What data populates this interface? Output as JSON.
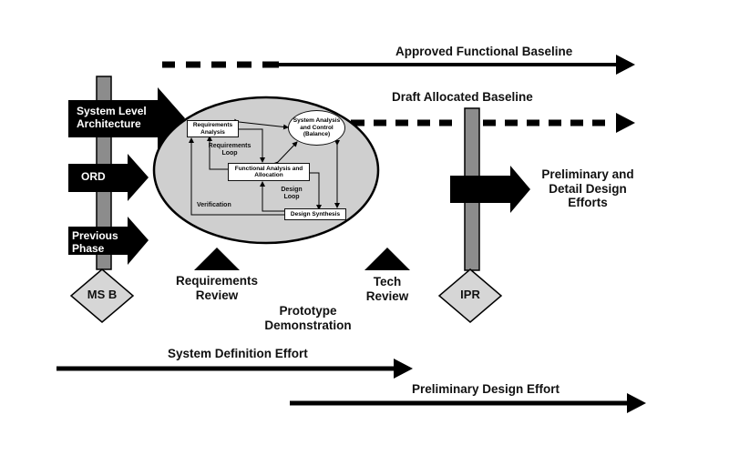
{
  "baselines": {
    "approved_functional": "Approved Functional Baseline",
    "draft_allocated": "Draft Allocated Baseline"
  },
  "inputs": {
    "system_level_architecture": "System Level Architecture",
    "ord": "ORD",
    "previous_phase": "Previous Phase"
  },
  "process": {
    "requirements_analysis": "Requirements Analysis",
    "system_analysis_control": "System Analysis and Control (Balance)",
    "functional_analysis": "Functional Analysis and Allocation",
    "design_synthesis": "Design Synthesis",
    "requirements_loop": "Requirements Loop",
    "design_loop": "Design Loop",
    "verification": "Verification"
  },
  "output": {
    "preliminary_detail": "Preliminary and Detail Design Efforts"
  },
  "milestones": {
    "msb": "MS B",
    "ipr": "IPR"
  },
  "reviews": {
    "requirements_review": "Requirements Review",
    "tech_review": "Tech Review",
    "prototype": "Prototype Demonstration"
  },
  "efforts": {
    "system_definition": "System Definition Effort",
    "preliminary_design": "Preliminary Design Effort"
  },
  "colors": {
    "ellipse_fill": "#cfcfcf",
    "bar_fill": "#8c8c8c",
    "diamond_fill": "#d6d6d6",
    "ink": "#000000"
  }
}
